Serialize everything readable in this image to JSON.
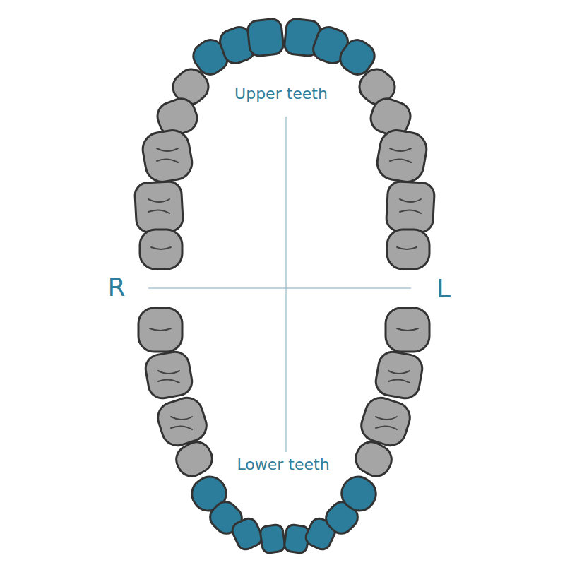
{
  "diagram": {
    "labels": [
      "Upper teeth",
      "Lower teeth",
      "R",
      "L"
    ]
  }
}
